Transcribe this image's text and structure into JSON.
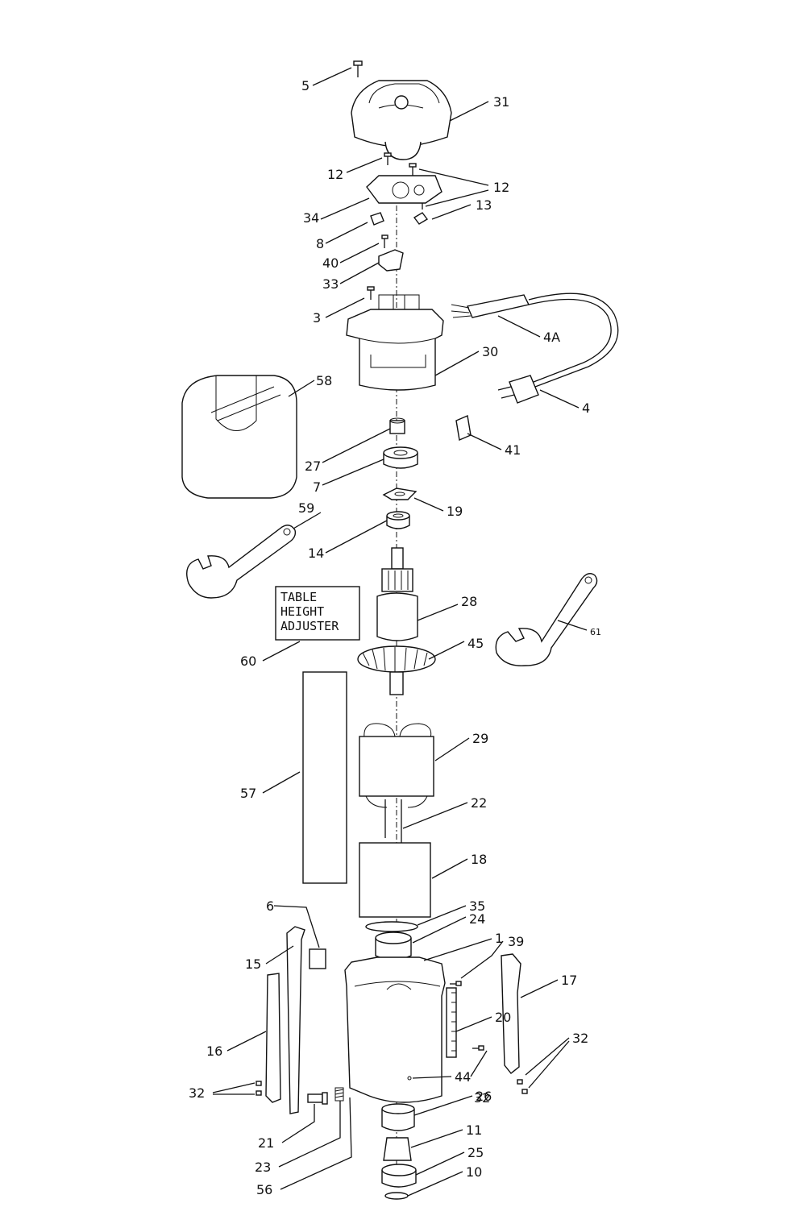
{
  "callouts": {
    "c5": "5",
    "c31": "31",
    "c12a": "12",
    "c12b": "12",
    "c13": "13",
    "c34": "34",
    "c8": "8",
    "c40": "40",
    "c33": "33",
    "c3": "3",
    "c4A": "4A",
    "c30": "30",
    "c4": "4",
    "c58": "58",
    "c41": "41",
    "c27": "27",
    "c7": "7",
    "c19": "19",
    "c59": "59",
    "c14": "14",
    "c28": "28",
    "c61": "61",
    "c45": "45",
    "c60": "60",
    "c29": "29",
    "c57": "57",
    "c22": "22",
    "c18": "18",
    "c6": "6",
    "c35": "35",
    "c24": "24",
    "c1": "1",
    "c39": "39",
    "c15": "15",
    "c17": "17",
    "c16": "16",
    "c20": "20",
    "c32a": "32",
    "c32b": "32",
    "c32c": "32",
    "c44": "44",
    "c26": "26",
    "c21": "21",
    "c11": "11",
    "c23": "23",
    "c25": "25",
    "c56": "56",
    "c10": "10"
  },
  "table_label": {
    "line1": "TABLE",
    "line2": "HEIGHT",
    "line3": "ADJUSTER"
  }
}
